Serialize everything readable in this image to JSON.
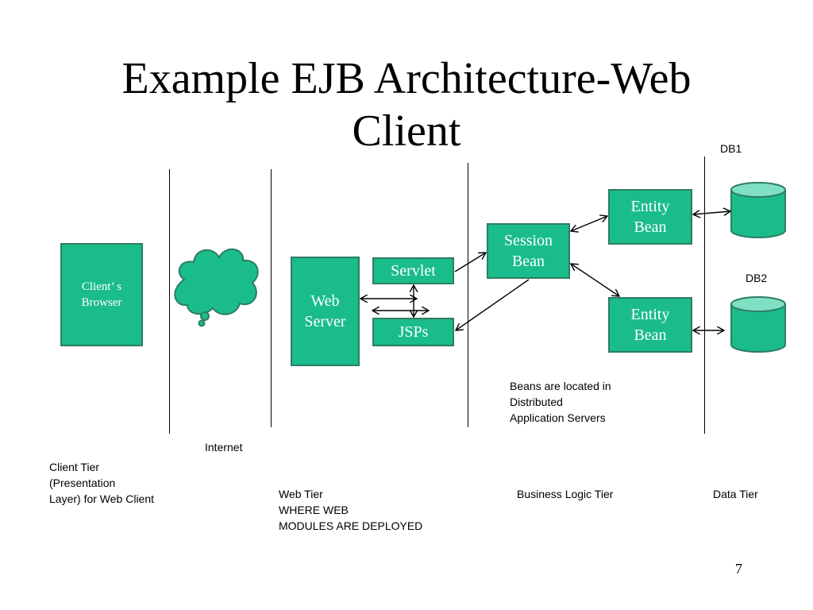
{
  "title": {
    "line1": "Example EJB Architecture-Web",
    "line2": "Client"
  },
  "nodes": {
    "client_browser": "Client’ s\nBrowser",
    "web_server": "Web\nServer",
    "servlet": "Servlet",
    "jsps": "JSPs",
    "session_bean": "Session\nBean",
    "entity_bean_1": "Entity\nBean",
    "entity_bean_2": "Entity\nBean",
    "db1": "DB1",
    "db2": "DB2"
  },
  "labels": {
    "internet": "Internet",
    "client_tier": "Client Tier\n(Presentation\nLayer) for Web Client",
    "web_tier": "Web Tier\nWHERE WEB\nMODULES ARE DEPLOYED",
    "business_tier": "Business Logic Tier",
    "data_tier": "Data Tier",
    "beans_note": "Beans are located in\nDistributed\nApplication Servers"
  },
  "page_number": "7",
  "colors": {
    "box_fill": "#1abc8c",
    "box_border": "#2e7d62",
    "db_top": "#7fe0c3"
  }
}
